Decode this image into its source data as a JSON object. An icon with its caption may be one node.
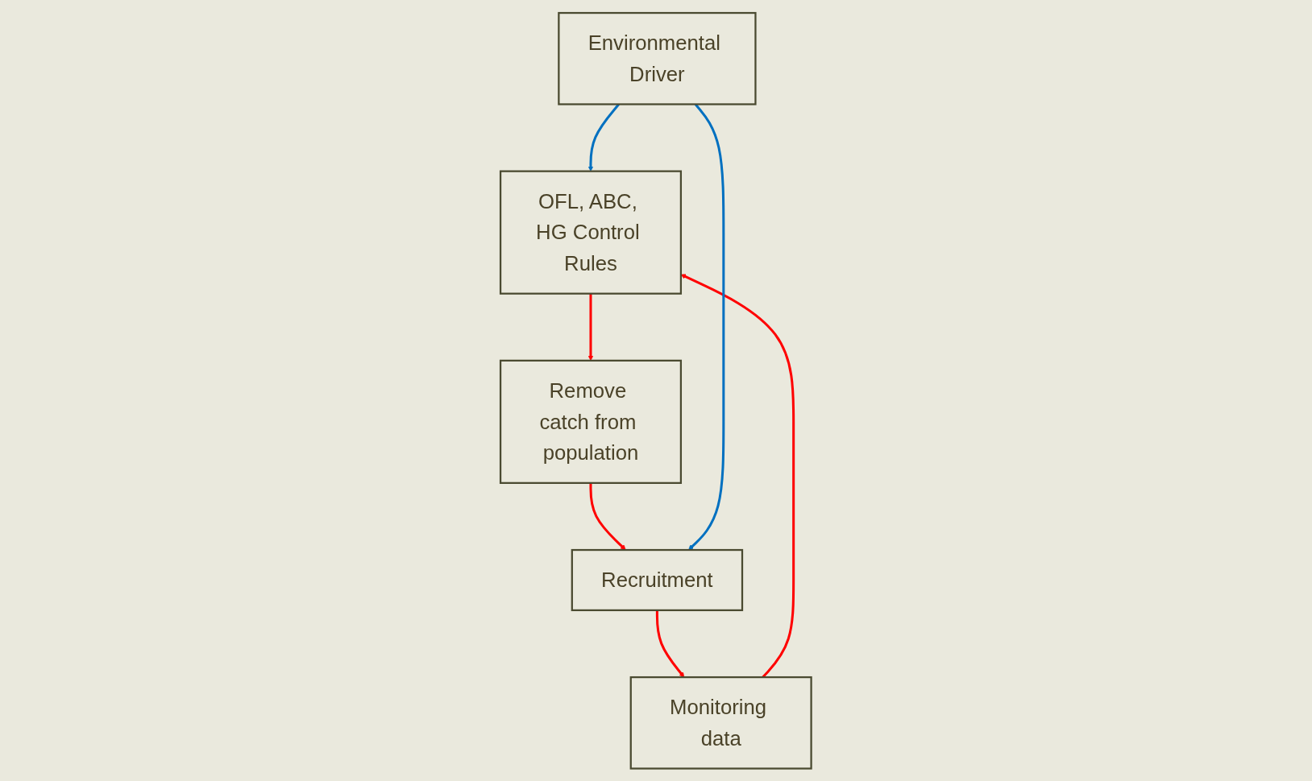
{
  "diagram": {
    "nodes": [
      {
        "text": [
          "OFL, ABC, HG Control Rules"
        ]
      },
      {
        "text": [
          "Monitoring data"
        ]
      },
      {
        "text": [
          "Environmental Driver"
        ]
      },
      {
        "text": [
          "Remove catch from population"
        ]
      },
      {
        "text": [
          "Recruitment"
        ]
      }
    ],
    "edges": [
      {
        "from": 1,
        "to": 0,
        "arrow": "to"
      },
      {
        "from": 2,
        "to": 0,
        "arrow": "to",
        "color": "#0070c0"
      },
      {
        "from": 0,
        "to": 3,
        "arrow": "to"
      },
      {
        "from": 3,
        "to": 4,
        "arrow": "to"
      },
      {
        "from": 2,
        "to": 4,
        "arrow": "to",
        "color": "#0070c0"
      },
      {
        "from": 4,
        "to": 1,
        "arrow": "to"
      }
    ]
  }
}
